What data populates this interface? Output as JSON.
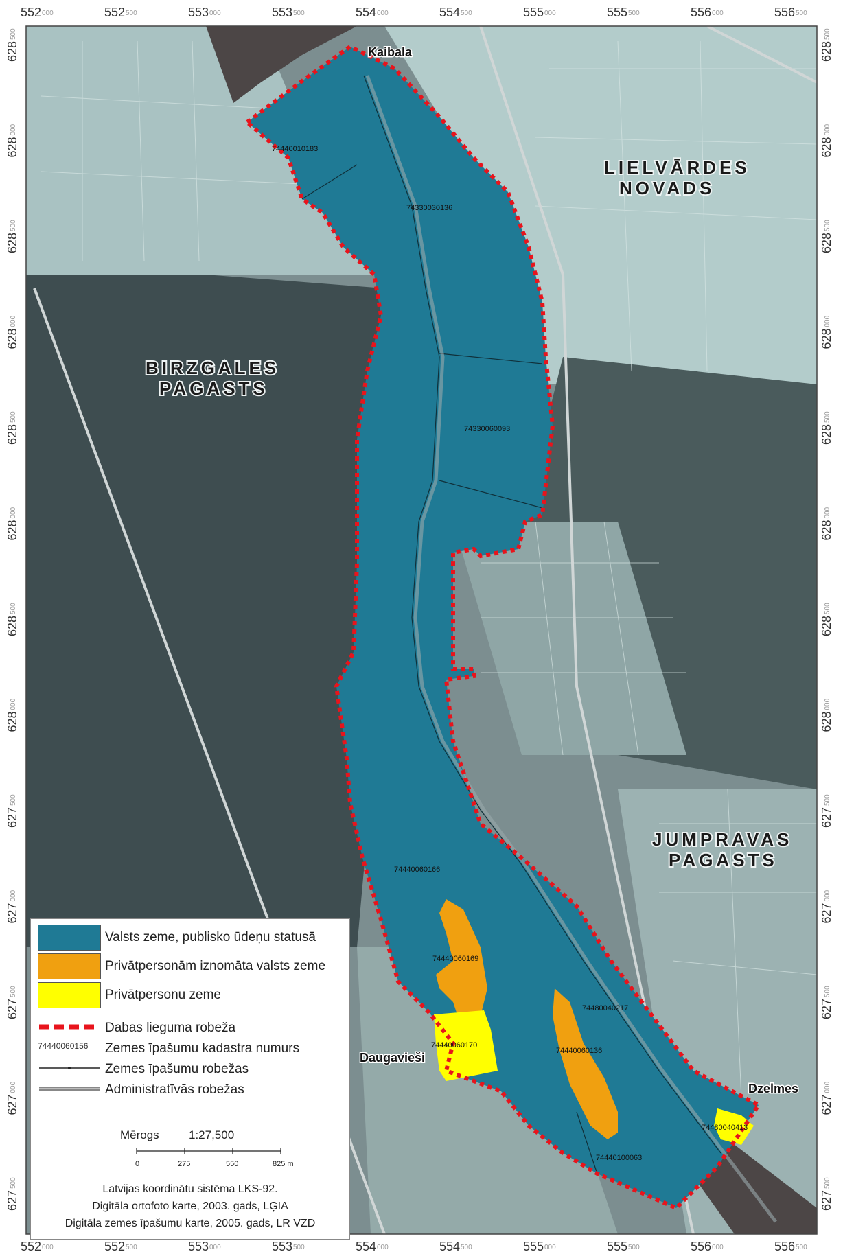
{
  "map": {
    "x_ticks": [
      {
        "main": "552",
        "sub": "000"
      },
      {
        "main": "552",
        "sub": "500"
      },
      {
        "main": "553",
        "sub": "000"
      },
      {
        "main": "553",
        "sub": "500"
      },
      {
        "main": "554",
        "sub": "000"
      },
      {
        "main": "554",
        "sub": "500"
      },
      {
        "main": "555",
        "sub": "000"
      },
      {
        "main": "555",
        "sub": "500"
      },
      {
        "main": "556",
        "sub": "000"
      },
      {
        "main": "556",
        "sub": "500"
      }
    ],
    "y_ticks": [
      {
        "main": "628",
        "sub": "500"
      },
      {
        "main": "628",
        "sub": "000"
      },
      {
        "main": "628",
        "sub": "500"
      },
      {
        "main": "628",
        "sub": "000"
      },
      {
        "main": "628",
        "sub": "500"
      },
      {
        "main": "628",
        "sub": "000"
      },
      {
        "main": "628",
        "sub": "500"
      },
      {
        "main": "628",
        "sub": "000"
      },
      {
        "main": "627",
        "sub": "500"
      },
      {
        "main": "627",
        "sub": "000"
      },
      {
        "main": "627",
        "sub": "500"
      },
      {
        "main": "627",
        "sub": "000"
      },
      {
        "main": "627",
        "sub": "500"
      }
    ],
    "regions": {
      "lielvardes_1": "LIELVĀRDES",
      "lielvardes_2": "NOVADS",
      "birzgales_1": "BIRZGALES",
      "birzgales_2": "PAGASTS",
      "jumpravas_1": "JUMPRAVAS",
      "jumpravas_2": "PAGASTS"
    },
    "places": {
      "kaibala": "Kaibala",
      "daugaviesi": "Daugavieši",
      "dzelmes": "Dzelmes"
    },
    "parcels": [
      "74440010183",
      "74330030136",
      "74330060093",
      "74440060166",
      "74440060169",
      "74440060170",
      "74480040217",
      "74440060136",
      "74480040413",
      "74440100063"
    ],
    "colors": {
      "water_state": "#1f7a95",
      "leased_state": "#f0a010",
      "private": "#ffff00",
      "boundary": "#e8141c"
    }
  },
  "legend": {
    "item_water": "Valsts zeme, publisko ūdeņu statusā",
    "item_leased": "Privātpersonām iznomāta valsts zeme",
    "item_private": "Privātpersonu zeme",
    "item_boundary": "Dabas lieguma robeža",
    "item_cadastre_sample": "74440060156",
    "item_cadastre": "Zemes īpašumu kadastra numurs",
    "item_property_bounds": "Zemes īpašumu robežas",
    "item_admin_bounds": "Administratīvās robežas",
    "scale_title": "Mērogs",
    "scale_ratio": "1:27,500",
    "scale_ticks": [
      "0",
      "275",
      "550",
      "825 m"
    ],
    "credit_1": "Latvijas koordinātu sistēma LKS-92.",
    "credit_2": "Digitāla ortofoto karte, 2003. gads, LĢIA",
    "credit_3": "Digitāla zemes īpašumu karte, 2005. gads, LR VZD"
  }
}
